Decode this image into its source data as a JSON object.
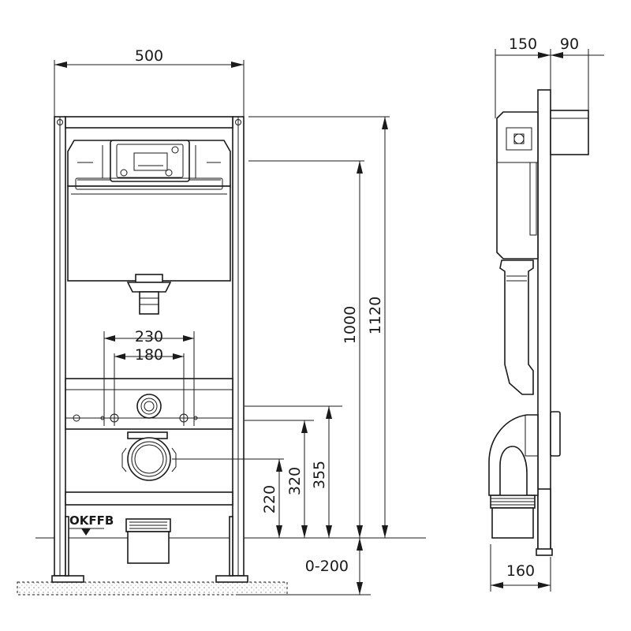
{
  "front": {
    "width": "500",
    "height_outer": "1120",
    "height_inner": "1000",
    "bolt_spacing_outer": "230",
    "bolt_spacing_inner": "180",
    "drain_height": "220",
    "bolt_height": "320",
    "pipe_height": "355",
    "adjust": "0-200",
    "floor_label": "OKFFB"
  },
  "side": {
    "depth_frame": "150",
    "depth_box": "90",
    "depth_bottom": "160"
  }
}
